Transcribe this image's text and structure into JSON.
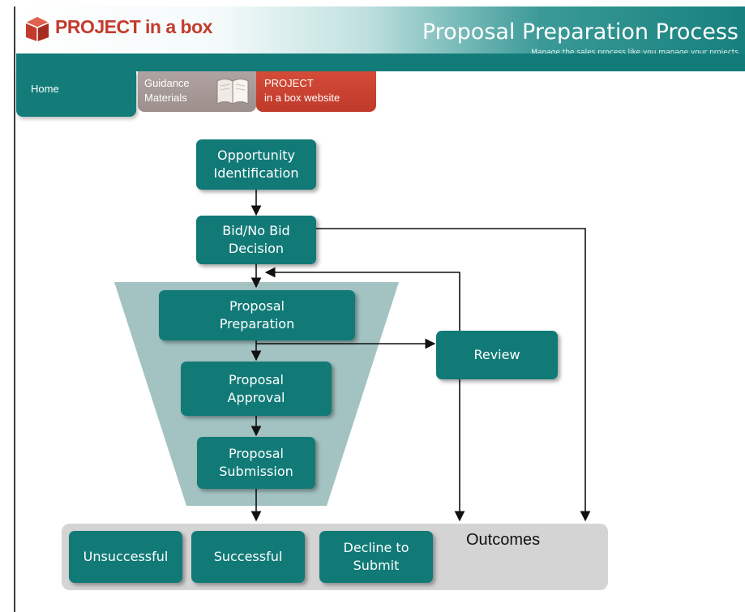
{
  "brand": {
    "logo_text": "PROJECT in a box"
  },
  "header": {
    "title": "Proposal Preparation Process",
    "subtitle": "Manage the sales process like you manage your projects"
  },
  "nav": {
    "home": "Home",
    "guidance_line1": "Guidance",
    "guidance_line2": "Materials",
    "website_line1": "PROJECT",
    "website_line2": "in a box website"
  },
  "process": {
    "opportunity": "Opportunity\nIdentification",
    "bid_decision": "Bid/No Bid\nDecision",
    "preparation": "Proposal\nPreparation",
    "approval": "Proposal\nApproval",
    "submission": "Proposal\nSubmission",
    "review": "Review"
  },
  "outcomes": {
    "label": "Outcomes",
    "unsuccessful": "Unsuccessful",
    "successful": "Successful",
    "decline": "Decline to\nSubmit"
  },
  "colors": {
    "node": "#117a77",
    "brand_red": "#c43b2d",
    "funnel": "#a2c3c2",
    "outcomes_panel": "#d4d4d4",
    "guidance_tab": "#a69896",
    "website_tab": "#c8412f"
  }
}
